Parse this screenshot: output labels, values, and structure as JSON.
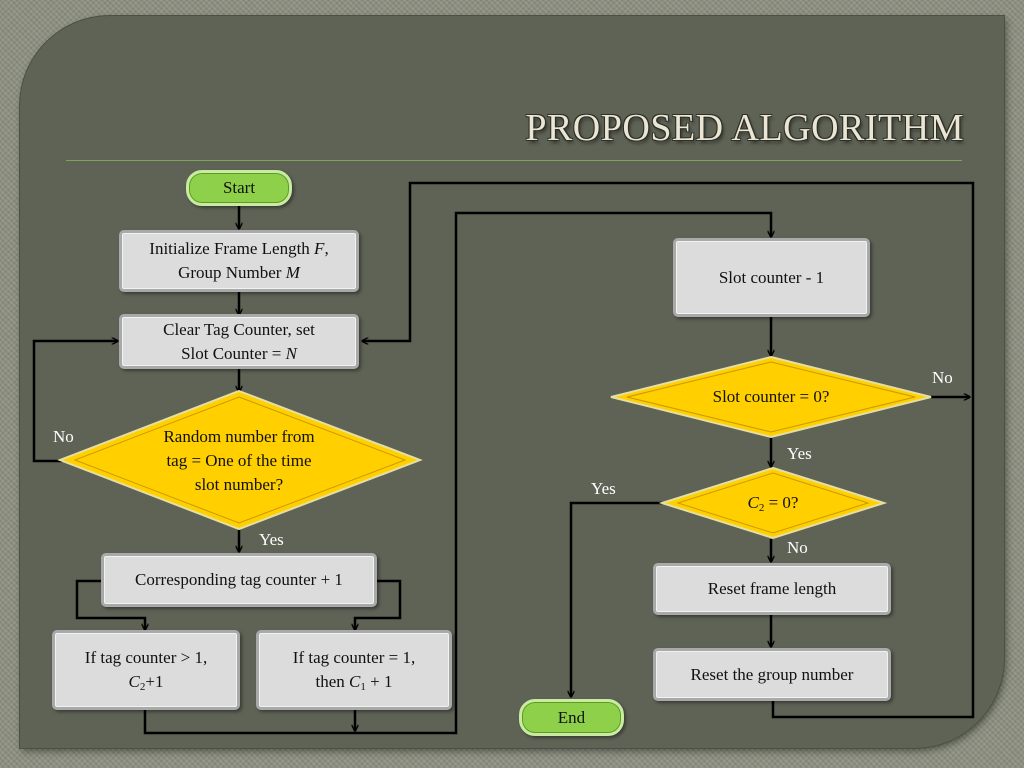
{
  "title": "PROPOSED ALGORITHM",
  "nodes": {
    "start": "Start",
    "init_prefix": "Initialize Frame Length ",
    "init_F": "F",
    "init_comma": ",",
    "init_group": "Group Number ",
    "init_M": "M",
    "clear_line1": "Clear Tag Counter, set",
    "clear_line2": "Slot Counter = ",
    "clear_N": "N",
    "random_decision": "Random number from tag = One of the time slot number?",
    "corresponding": "Corresponding tag counter + 1",
    "if_gt1_line1": "If tag counter > 1,",
    "if_gt1_C": "C",
    "if_gt1_sub": "2",
    "if_gt1_plus": "+1",
    "if_eq1_line1": "If tag counter = 1,",
    "if_eq1_then": "then ",
    "if_eq1_C": "C",
    "if_eq1_sub": "1",
    "if_eq1_plus": " + 1",
    "slot_minus": "Slot counter - 1",
    "slot_zero": "Slot counter = 0?",
    "c2_C": "C",
    "c2_sub": "2",
    "c2_rest": " = 0?",
    "reset_frame": "Reset frame length",
    "reset_group": "Reset the group number",
    "end": "End"
  },
  "labels": {
    "no_left": "No",
    "yes_random": "Yes",
    "no_slot": "No",
    "yes_slot": "Yes",
    "yes_c2": "Yes",
    "no_c2": "No"
  },
  "colors": {
    "slide_bg": "#5f6356",
    "decision_fill": "#ffd200",
    "terminal_fill": "#8ed04a",
    "process_fill": "#dcdcdc",
    "title_color": "#ebe6d4"
  }
}
